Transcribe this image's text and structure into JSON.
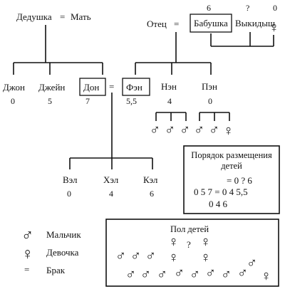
{
  "colors": {
    "ink": "#111111",
    "background": "#ffffff"
  },
  "top_generation": {
    "left_couple": {
      "person_a": "Дедушка",
      "marriage": "=",
      "person_b": "Мать"
    },
    "right_couple": {
      "father": "Отец",
      "marriage": "=",
      "grandmother": "Бабушка",
      "grandmother_number": "6",
      "miscarriage": "Выкидыш",
      "miscarriage_number": "?",
      "girl_symbol": "♀",
      "girl_number": "0"
    }
  },
  "middle_generation": {
    "left_children": [
      {
        "name": "Джон",
        "number": "0"
      },
      {
        "name": "Джейн",
        "number": "5"
      },
      {
        "name": "Дон",
        "number": "7"
      }
    ],
    "marriage": "=",
    "right_children": [
      {
        "name": "Фэн",
        "number": "5,5"
      },
      {
        "name": "Нэн",
        "number": "4"
      },
      {
        "name": "Пэн",
        "number": "0"
      }
    ],
    "nen_children": [
      "♂",
      "♂",
      "♂"
    ],
    "pen_children": [
      "♂",
      "♂",
      "♀"
    ]
  },
  "bottom_generation": [
    {
      "name": "Вэл",
      "number": "0"
    },
    {
      "name": "Хэл",
      "number": "4"
    },
    {
      "name": "Кэл",
      "number": "6"
    }
  ],
  "order_box": {
    "title_line1": "Порядок размещения",
    "title_line2": "детей",
    "row1": "= 0 ? 6",
    "row2": "0 5 7 = 0 4 5,5",
    "row3": "0 4 6"
  },
  "legend": [
    {
      "symbol": "♂",
      "label": "Мальчик"
    },
    {
      "symbol": "♀",
      "label": "Девочка"
    },
    {
      "symbol": "=",
      "label": "Брак"
    }
  ],
  "sex_box": {
    "title": "Пол детей",
    "top_row": [
      "♀",
      "?",
      "♀"
    ],
    "middle_row": [
      "♂",
      "♂",
      "♂",
      "♀",
      "♀"
    ],
    "bottom_row": [
      "♂",
      "♂",
      "♂",
      "♂",
      "♂",
      "♂",
      "♂",
      "♂",
      "♂",
      "♀"
    ]
  }
}
